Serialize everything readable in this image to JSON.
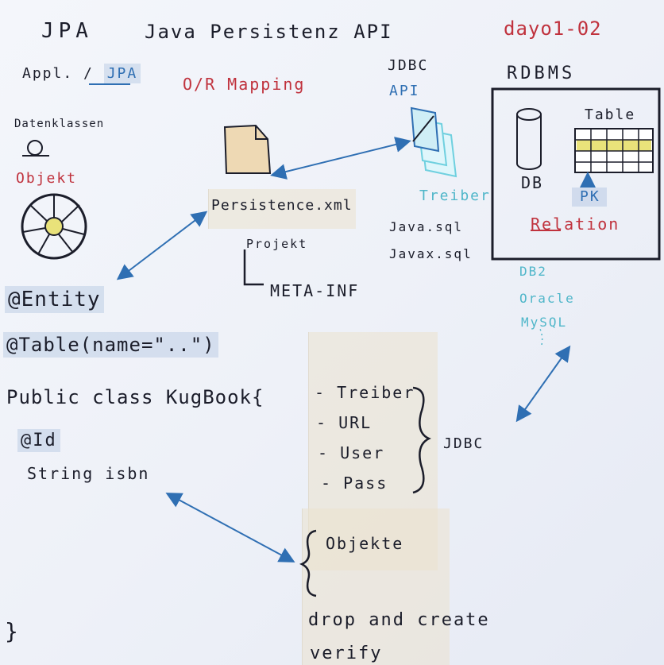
{
  "header": {
    "title_left": "JPA",
    "title_mid": "Java Persistenz API",
    "title_right": "dayo1-02"
  },
  "left": {
    "appl_label": "Appl. / ",
    "appl_jpa": "JPA",
    "datenklassen": "Datenklassen",
    "objekt": "Objekt",
    "entity": "@Entity",
    "table_ann": "@Table(name=\"..\")",
    "class_line": "Public class KugBook{",
    "id_ann": "@Id",
    "field": "String isbn",
    "close_brace": "}"
  },
  "center": {
    "or_mapping": "O/R Mapping",
    "persistence_xml": "Persistence.xml",
    "projekt": "Projekt",
    "meta_inf": "META-INF",
    "jdbc_items": [
      "- Treiber",
      "- URL",
      "- User",
      "- Pass"
    ],
    "jdbc_label": "JDBC",
    "objekte": "Objekte",
    "drop_create": "drop and create",
    "verify": "verify"
  },
  "jdbc": {
    "title1": "JDBC",
    "title2": "API",
    "treiber": "Treiber",
    "pkg1": "Java.sql",
    "pkg2": "Javax.sql"
  },
  "rdbms": {
    "title": "RDBMS",
    "table": "Table",
    "db": "DB",
    "pk": "PK",
    "relation": "Relation",
    "vendors": [
      "DB2",
      "Oracle",
      "MySQL"
    ]
  },
  "colors": {
    "ink": "#1b1d2a",
    "red": "#c0323d",
    "blue": "#2f6fb3",
    "cyan": "#4fb6c9",
    "yellow": "#e9e27a"
  }
}
